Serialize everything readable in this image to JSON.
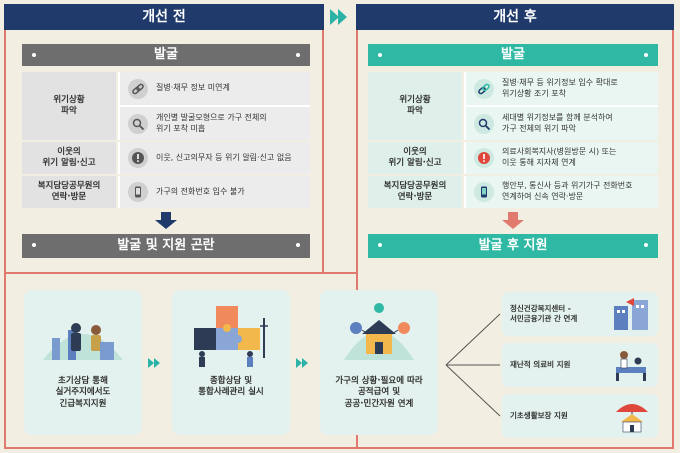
{
  "before": {
    "title": "개선 전",
    "bar_top": "발굴",
    "rows": [
      {
        "label": "위기상황\n파악",
        "cells": [
          {
            "icon": "chain-link-icon",
            "text": "질병·채무 정보 미연계"
          },
          {
            "icon": "gear-search-icon",
            "text": "개인별 발굴모형으로 가구 전체의\n위기 포착 미흡"
          }
        ]
      },
      {
        "label": "이웃의\n위기 알림·신고",
        "cells": [
          {
            "icon": "alert-icon",
            "text": "이웃, 신고의무자 등 위기 알림·신고 없음"
          }
        ]
      },
      {
        "label": "복지담당공무원의\n연락·방문",
        "cells": [
          {
            "icon": "phone-icon",
            "text": "가구의 전화번호 입수 불가"
          }
        ]
      }
    ],
    "bar_bottom": "발굴 및 지원 곤란"
  },
  "after": {
    "title": "개선 후",
    "bar_top": "발굴",
    "rows": [
      {
        "label": "위기상황\n파악",
        "cells": [
          {
            "icon": "chain-link-icon",
            "text": "질병·채무 등 위기정보 입수 확대로\n위기상황 조기 포착"
          },
          {
            "icon": "gear-search-icon",
            "text": "세대별 위기정보를 함께 분석하여\n가구 전체의 위기 파악"
          }
        ]
      },
      {
        "label": "이웃의\n위기 알림·신고",
        "cells": [
          {
            "icon": "alert-icon",
            "text": "의료사회복지사(병원방문 시) 또는\n이웃 통해 지자체 연계"
          }
        ]
      },
      {
        "label": "복지담당공무원의\n연락·방문",
        "cells": [
          {
            "icon": "phone-icon",
            "text": "행안부, 통신사 등과 위기가구 전화번호\n연계하여 신속 연락·방문"
          }
        ]
      }
    ],
    "bar_bottom": "발굴 후 지원"
  },
  "flow": [
    {
      "icon": "consultation-icon",
      "text": "초기상담 통해\n실거주지에서도\n긴급복지지원"
    },
    {
      "icon": "puzzle-team-icon",
      "text": "종합상담 및\n통합사례관리 실시"
    },
    {
      "icon": "house-network-icon",
      "text": "가구의 상황·필요에 따라\n공적급여 및\n공공·민간자원 연계"
    }
  ],
  "outcomes": [
    {
      "icon": "buildings-icon",
      "text": "정신건강복지센터 -\n서민금융기관 간 연계"
    },
    {
      "icon": "hospital-bed-icon",
      "text": "재난적 의료비 지원"
    },
    {
      "icon": "umbrella-house-icon",
      "text": "기초생활보장 지원"
    }
  ],
  "colors": {
    "navy": "#1f3a6b",
    "teal": "#2fb9a4",
    "gray": "#6e6e6e",
    "accent_red": "#e07a6f"
  }
}
